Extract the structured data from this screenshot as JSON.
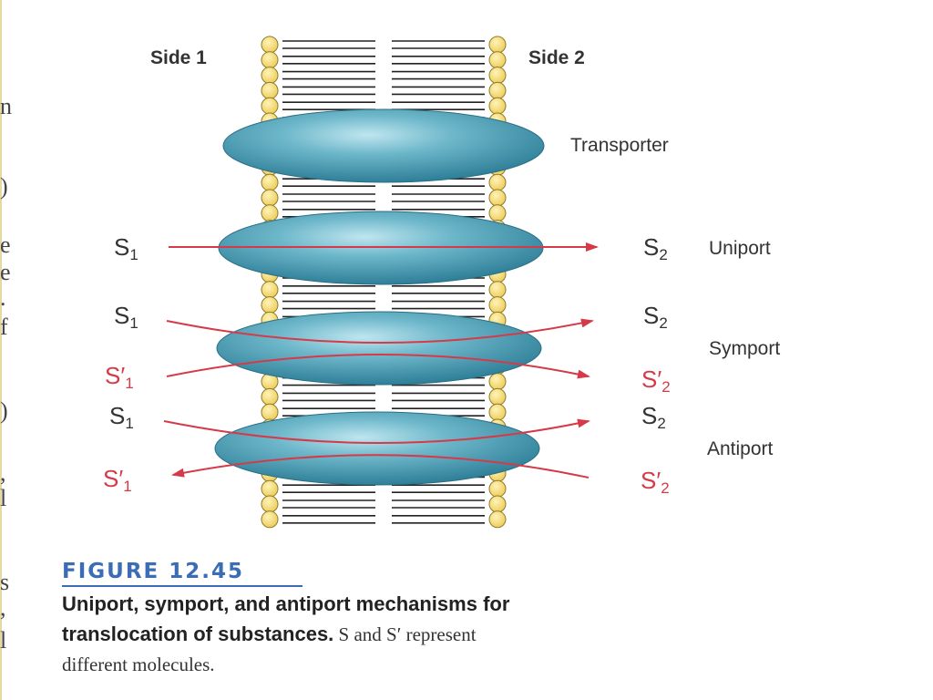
{
  "side_labels": {
    "left": "Side 1",
    "right": "Side 2"
  },
  "transporter_label": "Transporter",
  "mechanisms": [
    {
      "name": "Uniport",
      "left": [
        "S1"
      ],
      "right": [
        "S2"
      ]
    },
    {
      "name": "Symport",
      "left": [
        "S1",
        "S′1"
      ],
      "right": [
        "S2",
        "S′2"
      ]
    },
    {
      "name": "Antiport",
      "left": [
        "S1",
        "S′1"
      ],
      "right": [
        "S2",
        "S′2"
      ]
    }
  ],
  "species": {
    "s1_base": "S",
    "s1_sub": "1",
    "s2_base": "S",
    "s2_sub": "2",
    "sp1_base": "S′",
    "sp1_sub": "1",
    "sp2_base": "S′",
    "sp2_sub": "2"
  },
  "figure": {
    "label": "FIGURE 12.45",
    "caption_bold_1": "Uniport, symport, and antiport mechanisms for",
    "caption_bold_2": "translocation of substances.",
    "caption_normal_2": " S and S′ represent",
    "caption_normal_3": "different molecules."
  },
  "cutoff_glyphs": [
    "n",
    ")",
    "e",
    "e",
    ".",
    "f",
    ")",
    ",",
    "l",
    "s",
    ",",
    "l"
  ],
  "colors": {
    "membrane_head": "#f2d56e",
    "membrane_head_stroke": "#8f7a2a",
    "transporter": "#4aa0b8",
    "arrow": "#d63a48",
    "prime_text": "#d63a48",
    "figure_label": "#3a6db5"
  }
}
